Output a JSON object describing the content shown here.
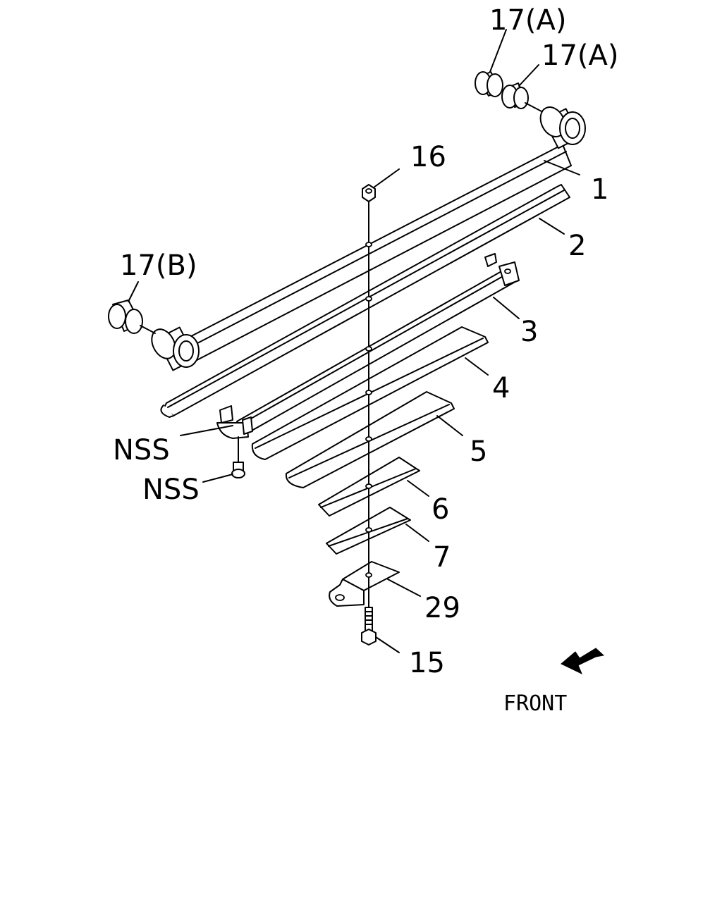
{
  "diagram": {
    "callouts": {
      "part_17a_upper": "17(A)",
      "part_17a_lower": "17(A)",
      "part_16": "16",
      "part_1": "1",
      "part_2": "2",
      "part_17b": "17(B)",
      "part_3": "3",
      "part_4": "4",
      "part_5": "5",
      "part_6": "6",
      "part_7": "7",
      "part_29": "29",
      "part_15": "15",
      "nss_upper": "NSS",
      "nss_lower": "NSS"
    },
    "direction_label": "FRONT",
    "icons": {
      "direction": "front-arrow-icon"
    }
  }
}
